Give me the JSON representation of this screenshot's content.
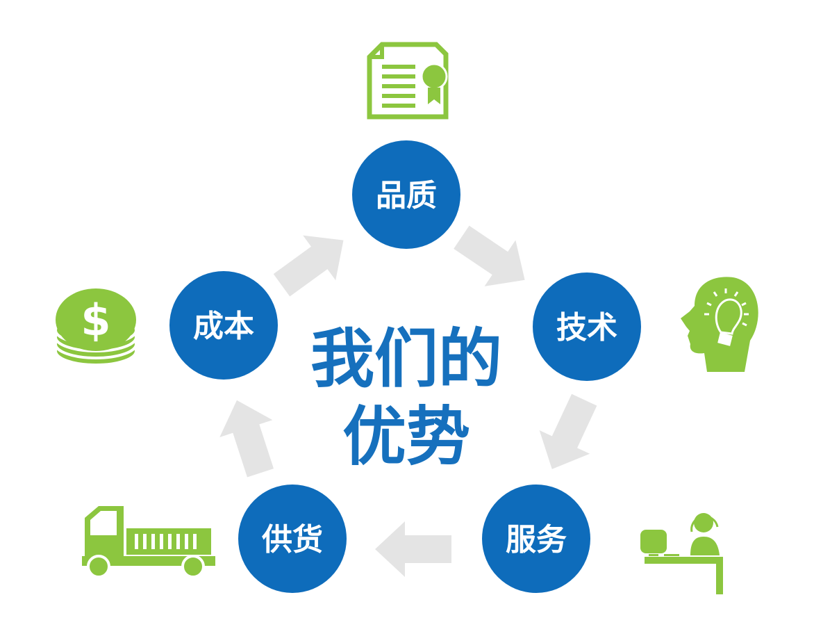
{
  "title_line1": "我们的",
  "title_line2": "优势",
  "nodes": [
    {
      "label": "品质",
      "icon": "certificate-icon"
    },
    {
      "label": "技术",
      "icon": "head-lightbulb-icon"
    },
    {
      "label": "服务",
      "icon": "customer-service-agent-icon"
    },
    {
      "label": "供货",
      "icon": "truck-icon"
    },
    {
      "label": "成本",
      "icon": "coins-dollar-icon"
    }
  ],
  "colors": {
    "node": "#0e6cbb",
    "icon": "#8cc63f",
    "arrow": "#e4e4e4",
    "title": "#1670bd"
  }
}
